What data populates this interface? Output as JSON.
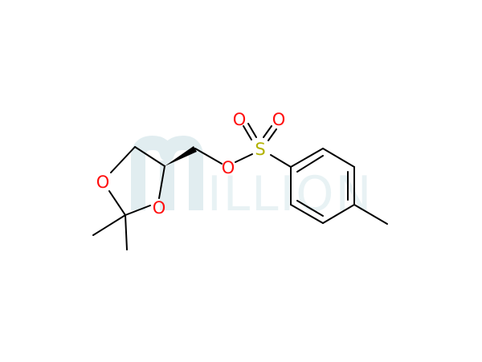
{
  "molecule": {
    "atoms": {
      "O_ring_left": "O",
      "O_ring_right": "O",
      "O_ester": "O",
      "S": "S",
      "O_sulfonyl_1": "O",
      "O_sulfonyl_2": "O"
    }
  },
  "watermark": {
    "text": "ILLION",
    "logo_icon": "m-logo-icon"
  },
  "colors": {
    "bond": "#000000",
    "oxygen": "#ff0d0d",
    "sulfur": "#b2b200",
    "watermark": "#d6e8ec"
  }
}
